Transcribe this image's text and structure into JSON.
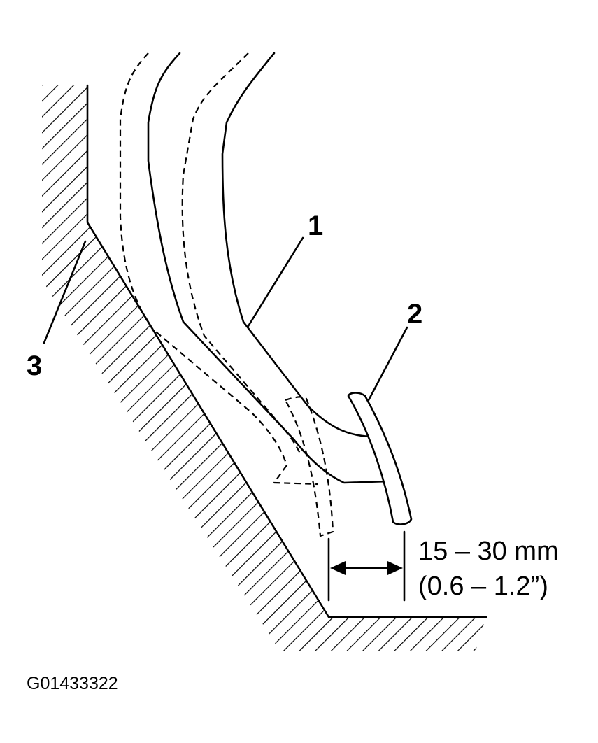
{
  "labels": {
    "pedal": "1",
    "stopper": "2",
    "floor": "3"
  },
  "dimension": {
    "metric": "15 – 30 mm",
    "imperial": "(0.6 – 1.2”)"
  },
  "reference_code": "G01433322",
  "colors": {
    "ink": "#000000",
    "paper": "#ffffff"
  }
}
